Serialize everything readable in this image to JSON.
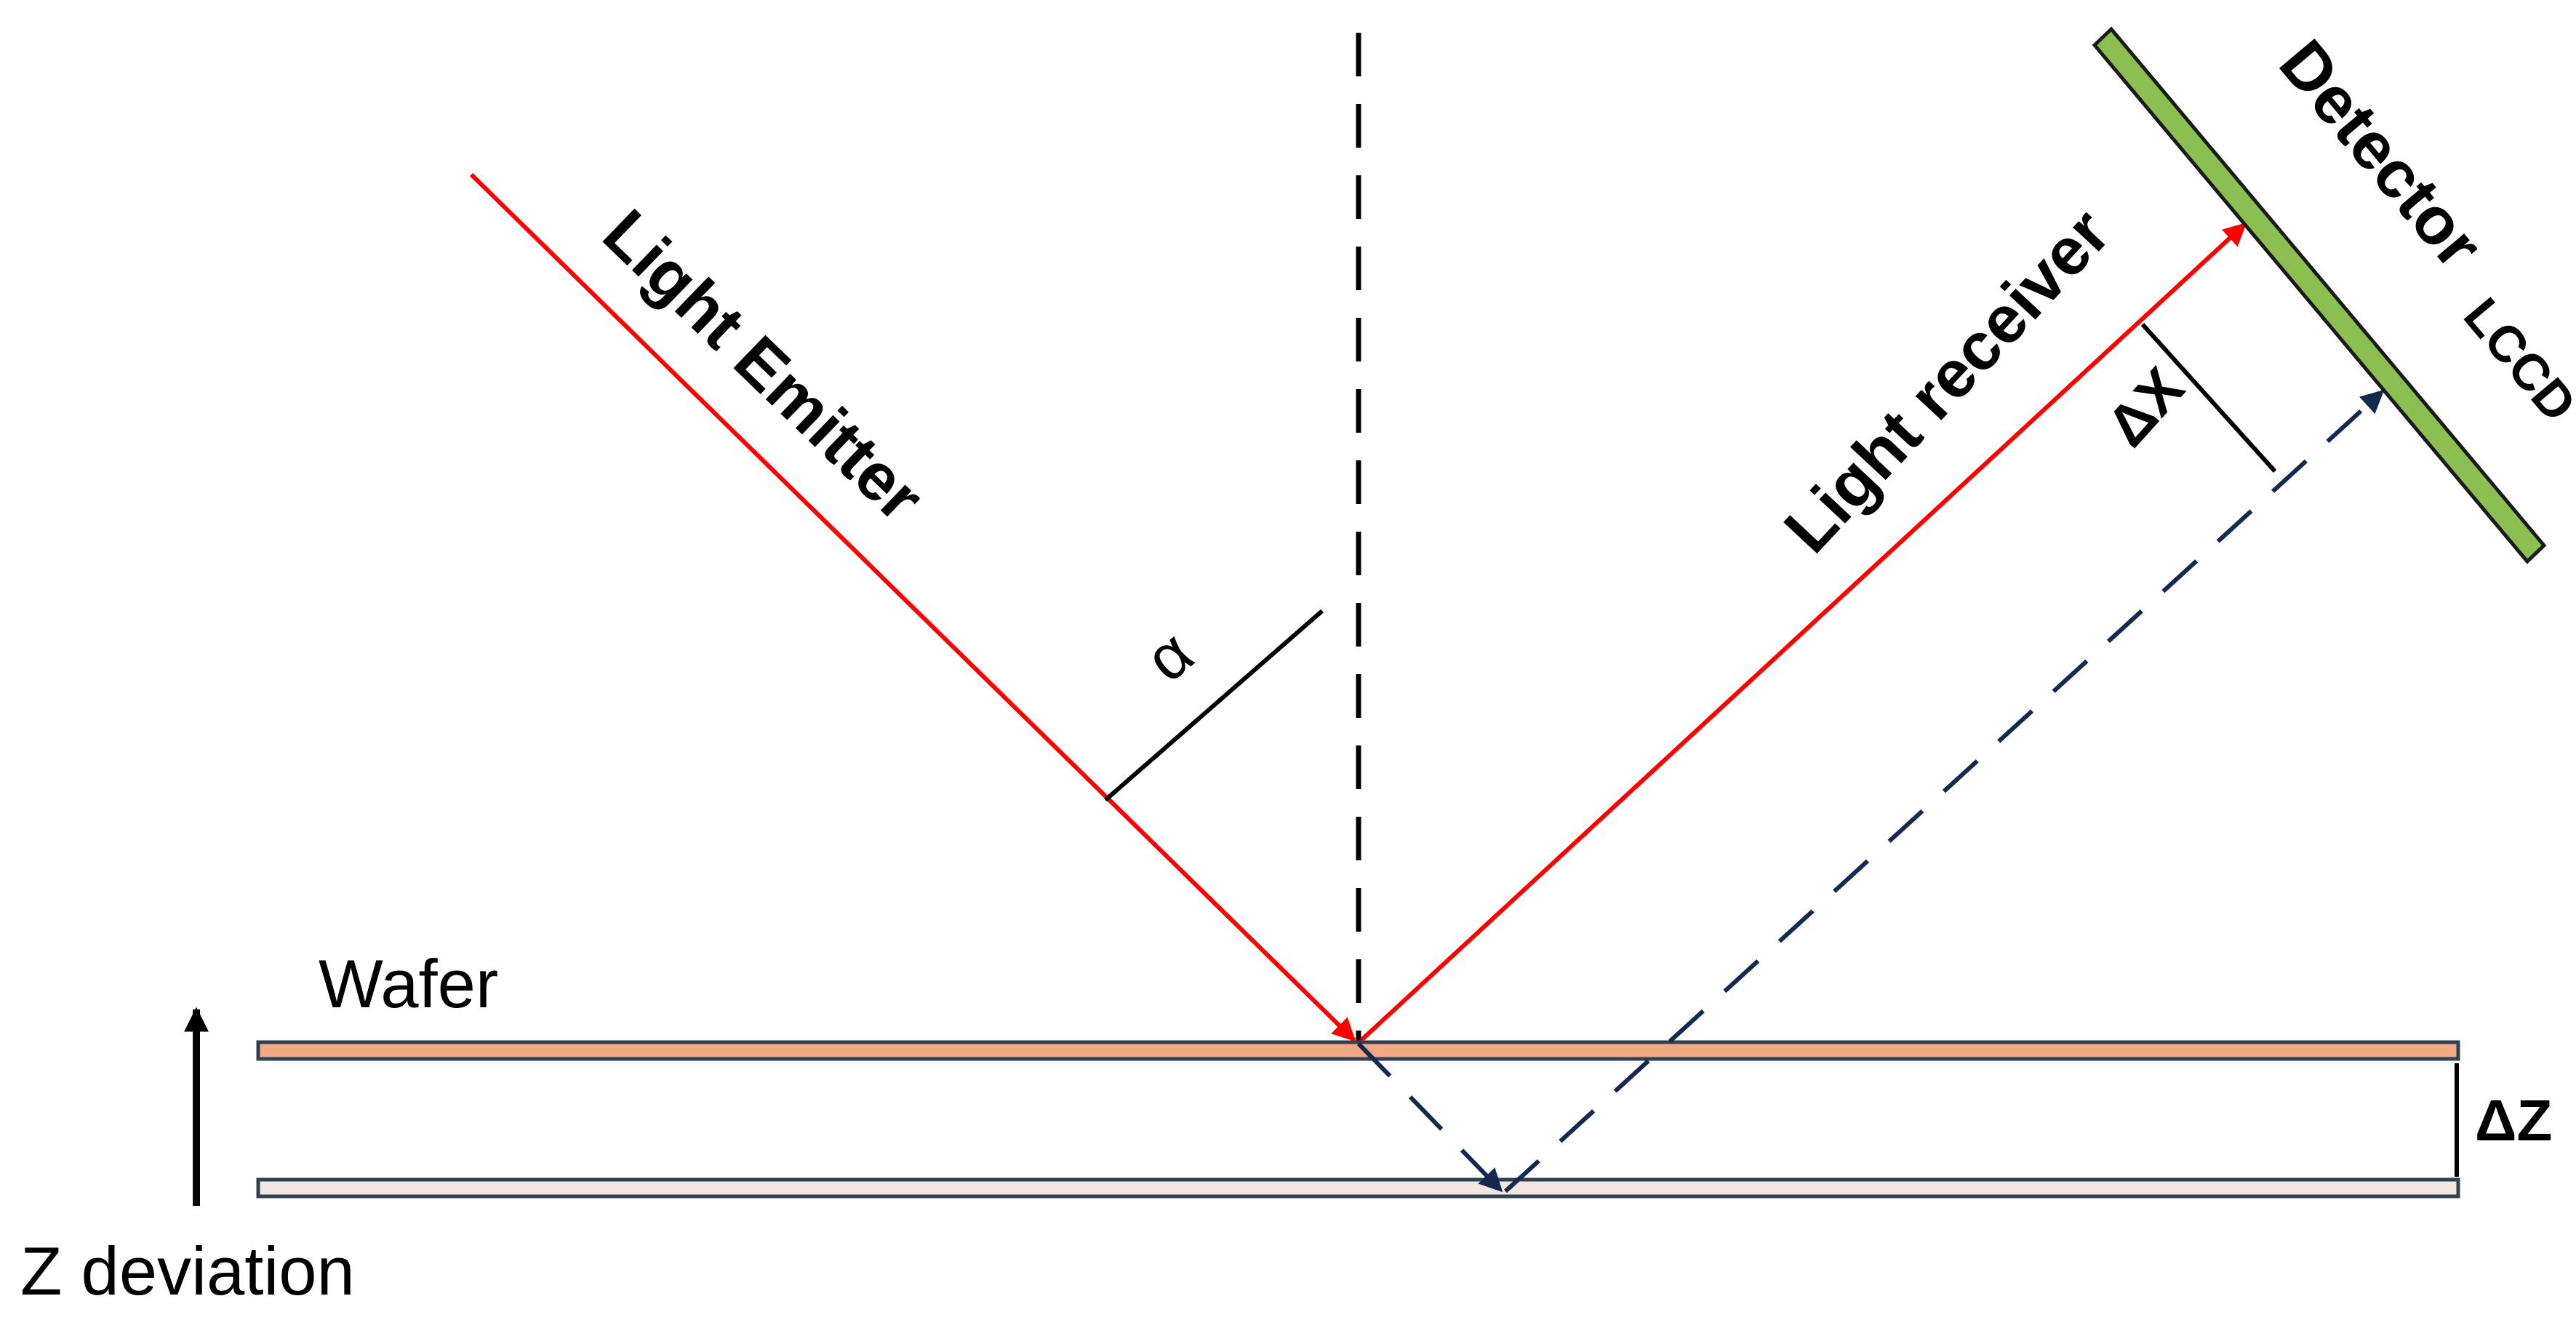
{
  "labels": {
    "light_emitter": "Light Emitter",
    "light_receiver": "Light receiver",
    "detector": "Detector",
    "lccd": "LCCD",
    "alpha": "α",
    "delta_x": "ΔX",
    "delta_z": "ΔZ",
    "wafer": "Wafer",
    "z_deviation": "Z deviation"
  },
  "colors": {
    "beam": "#ff0000",
    "deviated_beam": "#142850",
    "normal_line": "#000000",
    "wafer_fill": "#f0a982",
    "wafer_shifted_fill": "#f2e6e0",
    "wafer_border": "#2f4054",
    "detector_fill": "#8cbf52",
    "detector_border": "#1a1a1a",
    "arrow": "#000000"
  }
}
